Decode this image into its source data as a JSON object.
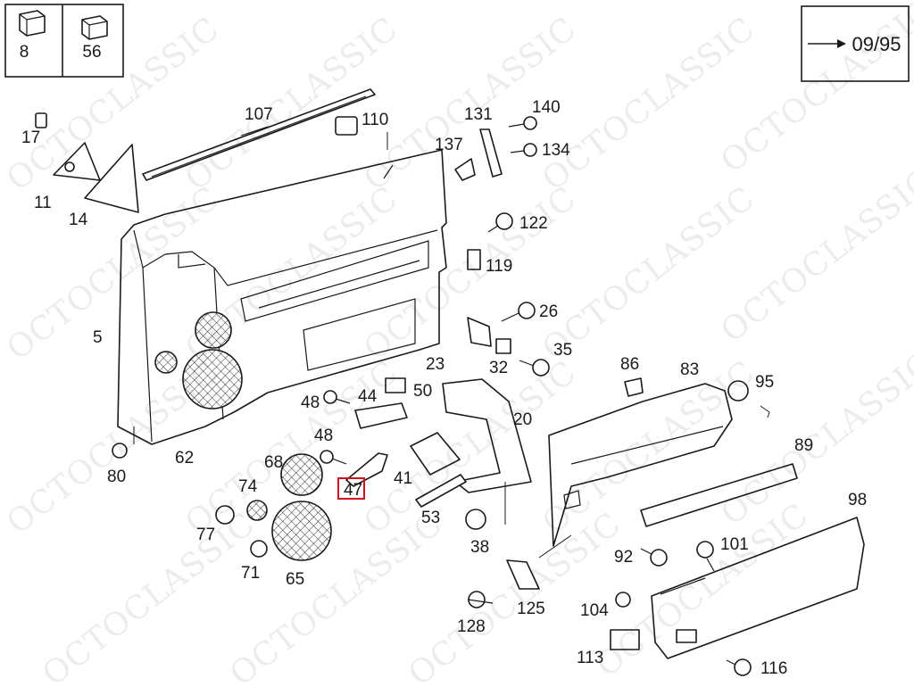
{
  "legend": {
    "items": [
      {
        "number": "8"
      },
      {
        "number": "56"
      }
    ],
    "validity": "09/95"
  },
  "watermark": "OCTOCLASSIC",
  "highlighted_part": "47",
  "callouts": [
    {
      "id": "17"
    },
    {
      "id": "11"
    },
    {
      "id": "14"
    },
    {
      "id": "107"
    },
    {
      "id": "110"
    },
    {
      "id": "131"
    },
    {
      "id": "140"
    },
    {
      "id": "137"
    },
    {
      "id": "134"
    },
    {
      "id": "122"
    },
    {
      "id": "119"
    },
    {
      "id": "5"
    },
    {
      "id": "26"
    },
    {
      "id": "35"
    },
    {
      "id": "23"
    },
    {
      "id": "32"
    },
    {
      "id": "86"
    },
    {
      "id": "83"
    },
    {
      "id": "95"
    },
    {
      "id": "48"
    },
    {
      "id": "44"
    },
    {
      "id": "50"
    },
    {
      "id": "20"
    },
    {
      "id": "80"
    },
    {
      "id": "62"
    },
    {
      "id": "48"
    },
    {
      "id": "68"
    },
    {
      "id": "47"
    },
    {
      "id": "41"
    },
    {
      "id": "89"
    },
    {
      "id": "74"
    },
    {
      "id": "77"
    },
    {
      "id": "53"
    },
    {
      "id": "38"
    },
    {
      "id": "98"
    },
    {
      "id": "71"
    },
    {
      "id": "65"
    },
    {
      "id": "92"
    },
    {
      "id": "101"
    },
    {
      "id": "125"
    },
    {
      "id": "104"
    },
    {
      "id": "128"
    },
    {
      "id": "113"
    },
    {
      "id": "116"
    }
  ]
}
